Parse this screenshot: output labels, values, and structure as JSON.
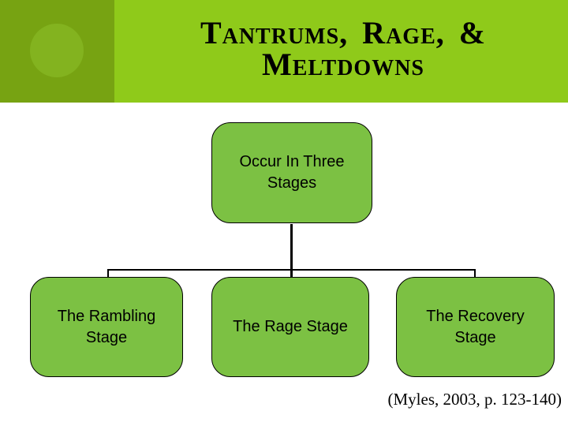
{
  "header": {
    "title_line1": "Tantrums, Rage, &",
    "title_line2": "Meltdowns"
  },
  "diagram": {
    "root": {
      "line1": "Occur In Three",
      "line2": "Stages"
    },
    "children": [
      {
        "line1": "The Rambling",
        "line2": "Stage"
      },
      {
        "line1": "The Rage Stage",
        "line2": ""
      },
      {
        "line1": "The Recovery",
        "line2": "Stage"
      }
    ]
  },
  "footer": {
    "citation": "(Myles, 2003, p. 123-140)"
  },
  "colors": {
    "header_dark_green": "#77a312",
    "header_circle_green": "#83b31f",
    "header_light_green": "#8fca1a",
    "node_fill_green": "#7cc143",
    "node_border": "#000000",
    "text": "#000000"
  }
}
